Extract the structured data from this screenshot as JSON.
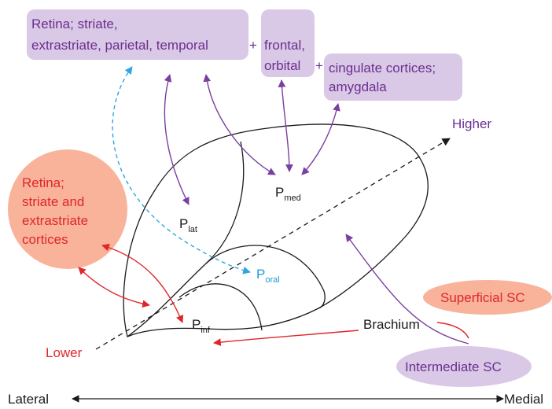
{
  "boxes": {
    "box1_line1": "Retina; striate,",
    "box1_line2": "extrastriate, parietal, temporal",
    "plus1": "+",
    "box2_line1": "frontal,",
    "box2_line2": "orbital",
    "plus2": "+",
    "box3_line1": "cingulate cortices;",
    "box3_line2": "amygdala"
  },
  "left_bubble": {
    "line1": "Retina;",
    "line2": "striate and",
    "line3": "extrastriate",
    "line4": "cortices"
  },
  "nuclei": {
    "pmed_main": "P",
    "pmed_sub": "med",
    "plat_main": "P",
    "plat_sub": "lat",
    "poral_main": "P",
    "poral_sub": "oral",
    "pinf_main": "P",
    "pinf_sub": "inf"
  },
  "axis_labels": {
    "higher": "Higher",
    "lower": "Lower",
    "lateral": "Lateral",
    "medial": "Medial"
  },
  "right_labels": {
    "superficial_sc": "Superficial SC",
    "intermediate_sc": "Intermediate SC",
    "brachium": "Brachium"
  },
  "colors": {
    "purple_box": "#d9c8e6",
    "purple_line": "#7a3fa0",
    "red_line": "#e0262a",
    "salmon": "#f8b39a",
    "blue_line": "#2aa7e0"
  }
}
